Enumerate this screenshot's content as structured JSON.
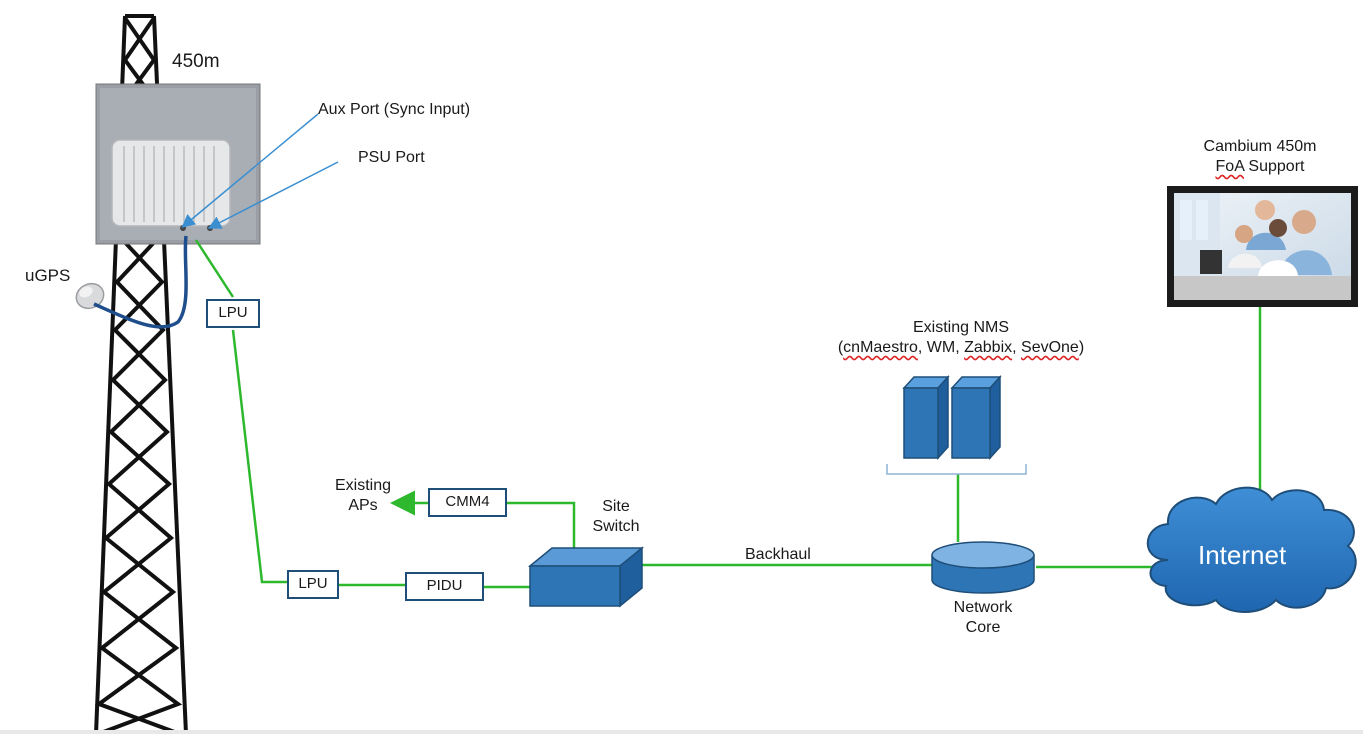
{
  "tower": {
    "height_label": "450m"
  },
  "ports": {
    "aux": "Aux Port (Sync Input)",
    "psu": "PSU Port"
  },
  "gps": {
    "label": "uGPS"
  },
  "boxes": {
    "lpu_top": "LPU",
    "lpu_bottom": "LPU",
    "pidu": "PIDU",
    "cmm4": "CMM4"
  },
  "existing_aps": {
    "line1": "Existing",
    "line2": "APs"
  },
  "site_switch": {
    "line1": "Site",
    "line2": "Switch"
  },
  "backhaul": "Backhaul",
  "network_core": {
    "line1": "Network",
    "line2": "Core"
  },
  "nms": {
    "line1": "Existing NMS",
    "open": "(",
    "cnmaestro": "cnMaestro",
    "wm": ", WM, ",
    "zabbix": "Zabbix",
    "sep": ", ",
    "sevone": "SevOne",
    "close": ")"
  },
  "support": {
    "line1": "Cambium 450m",
    "line2_foa": "FoA",
    "line2_rest": " Support"
  },
  "internet": "Internet",
  "colors": {
    "link_green": "#2eb82e",
    "device_blue": "#2e75b6",
    "device_dark": "#1f4e79",
    "pointer_blue": "#3b8fd1",
    "cable_navy": "#1f4e8c"
  }
}
